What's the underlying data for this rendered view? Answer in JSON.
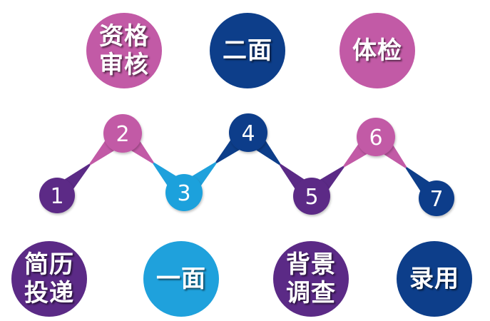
{
  "colors": {
    "purple_dark": "#5b2a86",
    "pink": "#c25aa6",
    "navy": "#0d3e8a",
    "sky": "#1fa1dc"
  },
  "steps": [
    {
      "number": "1",
      "color": "#5b2a86"
    },
    {
      "number": "2",
      "color": "#c25aa6"
    },
    {
      "number": "3",
      "color": "#1fa1dc"
    },
    {
      "number": "4",
      "color": "#0d3e8a"
    },
    {
      "number": "5",
      "color": "#5b2a86"
    },
    {
      "number": "6",
      "color": "#c25aa6"
    },
    {
      "number": "7",
      "color": "#0d3e8a"
    }
  ],
  "stages": {
    "s1": {
      "label": "简历\n投递",
      "color": "#5b2a86"
    },
    "s2": {
      "label": "资格\n审核",
      "color": "#c25aa6"
    },
    "s3": {
      "label": "一面",
      "color": "#1fa1dc"
    },
    "s4": {
      "label": "二面",
      "color": "#0d3e8a"
    },
    "s5": {
      "label": "背景\n调查",
      "color": "#5b2a86"
    },
    "s6": {
      "label": "体检",
      "color": "#c25aa6"
    },
    "s7": {
      "label": "录用",
      "color": "#0d3e8a"
    }
  }
}
